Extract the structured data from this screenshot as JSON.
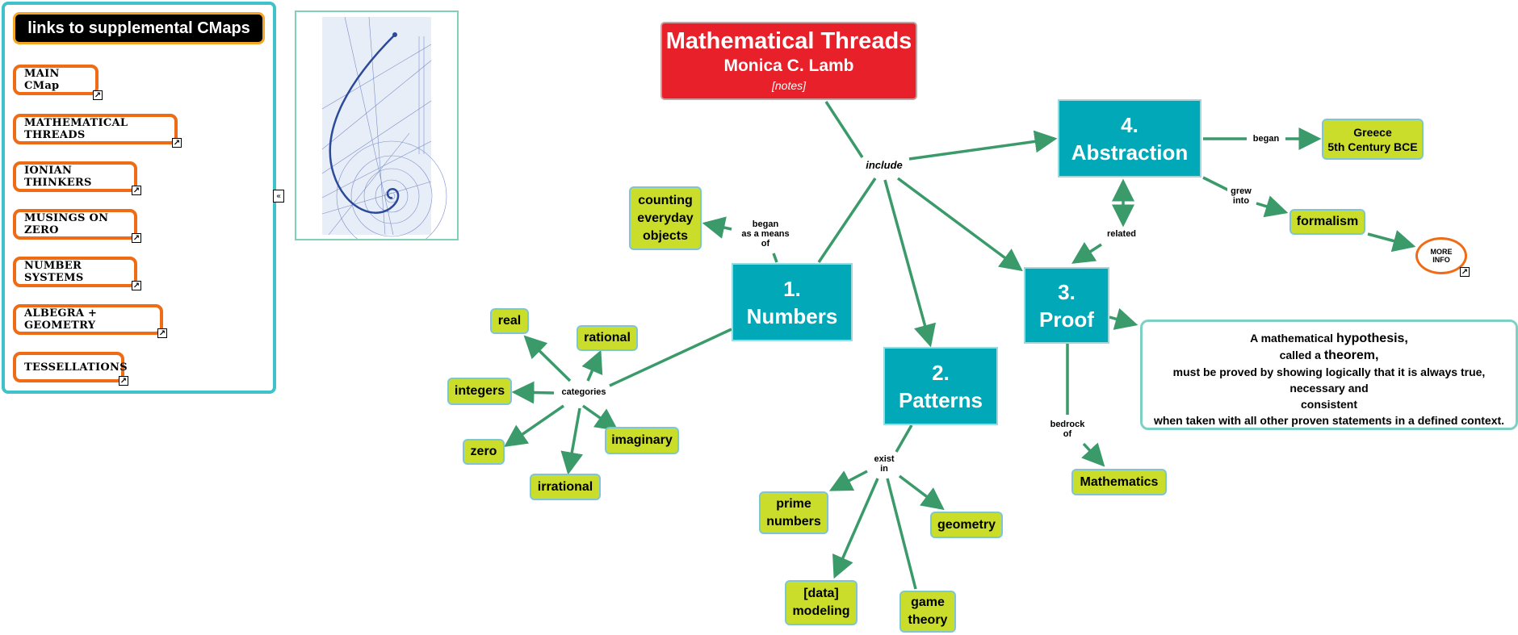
{
  "side_panel": {
    "title": "links to supplemental CMaps",
    "links": [
      {
        "label": "MAIN CMap"
      },
      {
        "label": "MATHEMATICAL THREADS"
      },
      {
        "label": "IONIAN THINKERS"
      },
      {
        "label": "MUSINGS ON ZERO"
      },
      {
        "label": "NUMBER SYSTEMS"
      },
      {
        "label": "ALBEGRA + GEOMETRY"
      },
      {
        "label": "TESSELLATIONS"
      }
    ],
    "link_icon": "↗",
    "collapse_icon": "«"
  },
  "title_node": {
    "title": "Mathematical Threads",
    "author": "Monica C. Lamb",
    "notes": "[notes]"
  },
  "nodes": {
    "numbers": "1.\nNumbers",
    "patterns": "2.\nPatterns",
    "proof": "3.\nProof",
    "abstraction": "4.\nAbstraction",
    "counting": "counting\neveryday\nobjects",
    "real": "real",
    "rational": "rational",
    "integers": "integers",
    "imaginary": "imaginary",
    "zero": "zero",
    "irrational": "irrational",
    "prime": "prime\nnumbers",
    "geometry": "geometry",
    "modeling": "[data]\nmodeling",
    "game_theory": "game\ntheory",
    "mathematics": "Mathematics",
    "greece": "Greece\n5th Century BCE",
    "formalism": "formalism",
    "more_info": "MORE\nINFO"
  },
  "theorem": {
    "line1_a": "A mathematical ",
    "line1_b": "hypothesis,",
    "line2_a": "called a ",
    "line2_b": "theorem,",
    "line3": "must be proved by showing logically that it is always true,",
    "line4": "necessary and",
    "line5": "consistent",
    "line6": "when taken with all other proven statements in a defined context."
  },
  "link_labels": {
    "include": "include",
    "began_means": "began\nas a means\nof",
    "categories": "categories",
    "exist_in": "exist\nin",
    "bedrock_of": "bedrock\nof",
    "related": "related",
    "began": "began",
    "grew_into": "grew\ninto"
  },
  "colors": {
    "arrow": "#3a9a6a",
    "title_red": "#e8202a",
    "teal": "#00a8b8",
    "lime": "#c9dd2a",
    "orange": "#ef6c17"
  }
}
